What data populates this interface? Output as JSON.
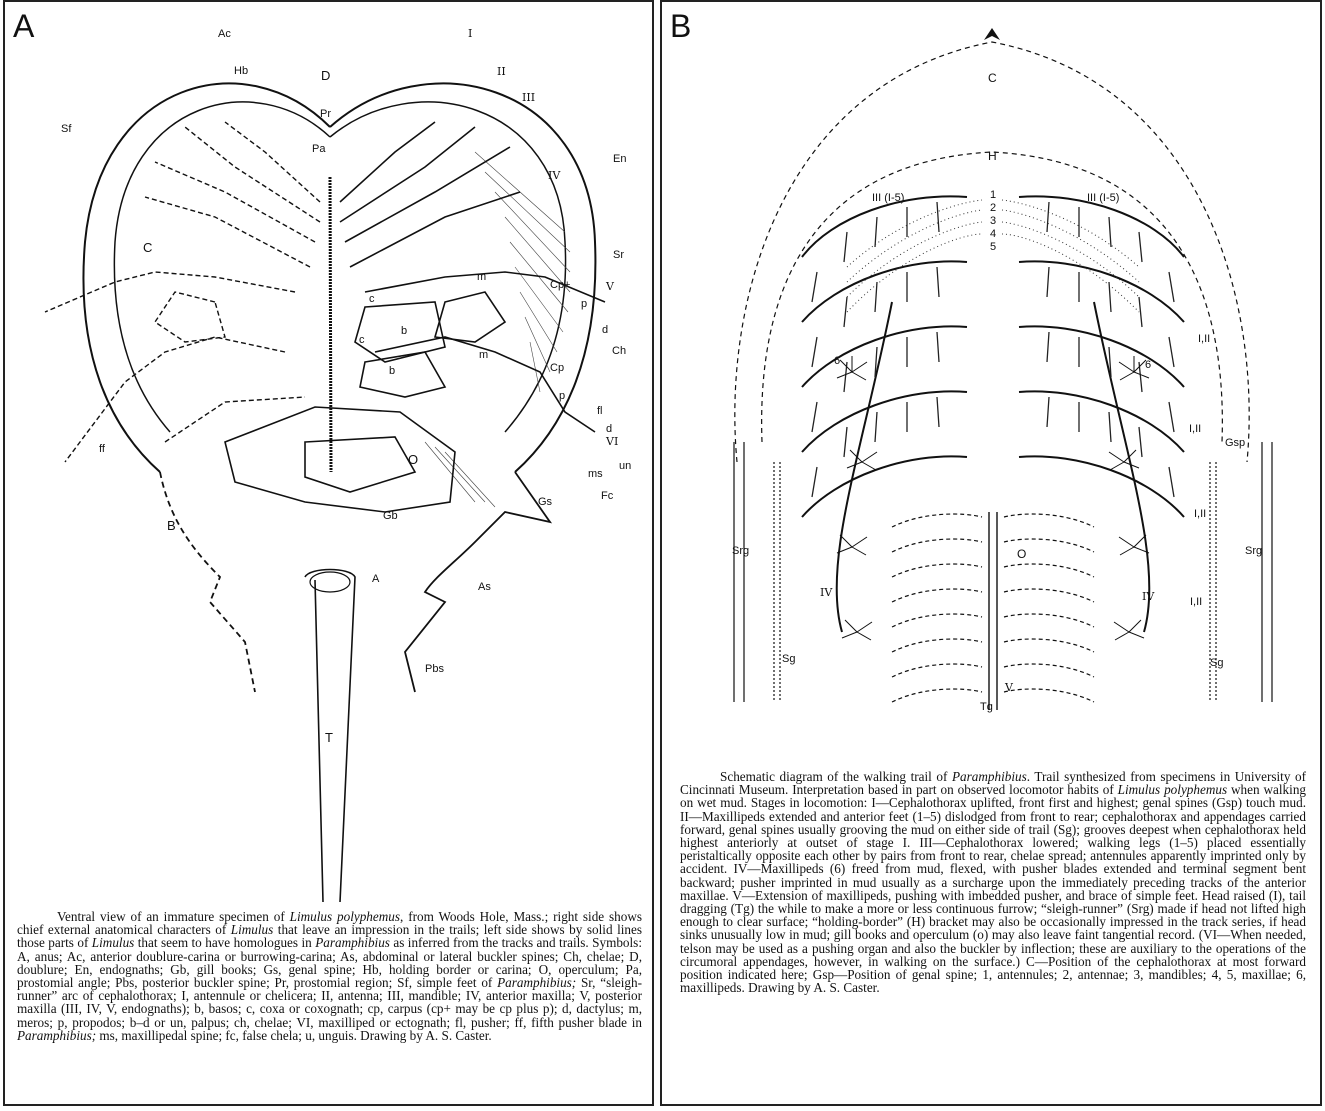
{
  "panel_a": {
    "letter": "A",
    "labels": {
      "Ac": "Ac",
      "Hb": "Hb",
      "D": "D",
      "Pr": "Pr",
      "Pa": "Pa",
      "Sf": "Sf",
      "C": "C",
      "I": "I",
      "II": "II",
      "III": "III",
      "IV": "IV",
      "V": "V",
      "VI": "VI",
      "En": "En",
      "Sr": "Sr",
      "Ch": "Ch",
      "Cpplus": "Cp+",
      "Cp": "Cp",
      "p1": "p",
      "p2": "p",
      "d1": "d",
      "d2": "d",
      "m1": "m",
      "m2": "m",
      "b1": "b",
      "b2": "b",
      "c1": "c",
      "c2": "c",
      "fl": "fl",
      "un": "un",
      "ms": "ms",
      "Fc": "Fc",
      "ff": "ff",
      "O": "O",
      "Gb": "Gb",
      "Gs": "Gs",
      "B": "B",
      "A": "A",
      "As": "As",
      "Pbs": "Pbs",
      "T": "T"
    },
    "caption": [
      {
        "t": "Ventral view of an immature specimen of "
      },
      {
        "t": "Limulus polyphemus",
        "i": true
      },
      {
        "t": ", from Woods Hole, Mass.; right side shows chief external anatomical characters of "
      },
      {
        "t": "Limulus",
        "i": true
      },
      {
        "t": " that leave an impression in the trails; left side shows by solid lines those parts of "
      },
      {
        "t": "Limulus",
        "i": true
      },
      {
        "t": " that seem to have homologues in "
      },
      {
        "t": "Paramphibius",
        "i": true
      },
      {
        "t": " as inferred from the tracks and trails. Symbols: A, anus; Ac, anterior doublure-carina or burrowing-carina; As, abdominal or lateral buckler spines; Ch, chelae; D, doublure; En, endognaths; Gb, gill books; Gs, genal spine; Hb, holding border or carina; O, operculum; Pa, prostomial angle; Pbs, posterior buckler spine; Pr, prostomial region; Sf, simple feet of "
      },
      {
        "t": "Paramphibius;",
        "i": true
      },
      {
        "t": " Sr, “sleigh-runner” arc of cephalothorax; I, antennule or chelicera; II, antenna; III, mandible; IV, anterior maxilla; V, posterior maxilla (III, IV, V, endognaths); b, basos; c, coxa or coxognath; cp, carpus (cp+ may be cp plus p); d, dactylus; m, meros; p, propodos; b–d or un, palpus; ch, chelae; VI, maxilliped or ectognath; fl, pusher; ff, fifth pusher blade in "
      },
      {
        "t": "Paramphibius;",
        "i": true
      },
      {
        "t": " ms, maxillipedal spine; fc, false chela; u, unguis. Drawing by A. S. Caster."
      }
    ]
  },
  "panel_b": {
    "letter": "B",
    "labels": {
      "C": "C",
      "H": "H",
      "n1": "1",
      "n2": "2",
      "n3": "3",
      "n4": "4",
      "n5": "5",
      "III_left": "III (I-5)",
      "III_right": "III (I-5)",
      "six_left": "6",
      "six_right": "6",
      "I_II_1": "I,II",
      "I_II_2": "I,II",
      "I_II_3": "I,II",
      "I_II_4": "I,II",
      "Gsp": "Gsp",
      "Srg_left": "Srg",
      "Srg_right": "Srg",
      "Sg_left": "Sg",
      "Sg_right": "Sg",
      "IV_left": "IV",
      "IV_right": "IV",
      "O": "O",
      "V": "V",
      "Tg": "Tg"
    },
    "caption": [
      {
        "t": "Schematic diagram of the walking trail of "
      },
      {
        "t": "Paramphibius",
        "i": true
      },
      {
        "t": ". Trail synthesized from specimens in University of Cincinnati Museum. Interpretation based in part on observed locomotor habits of "
      },
      {
        "t": "Limulus polyphemus",
        "i": true
      },
      {
        "t": " when walking on wet mud. Stages in locomotion: I—Cephalothorax uplifted, front first and highest; genal spines (Gsp) touch mud. II—Maxillipeds extended and anterior feet (1–5) dislodged from front to rear; cephalothorax and appendages carried forward, genal spines usually grooving the mud on either side of trail (Sg); grooves deepest when cephalothorax held highest anteriorly at outset of stage I. III—Cephalothorax lowered; walking legs (1–5) placed essentially peristaltically opposite each other by pairs from front to rear, chelae spread; antennules apparently imprinted only by accident. IV—Maxillipeds (6) freed from mud, flexed, with pusher blades extended and terminal segment bent backward; pusher imprinted in mud usually as a surcharge upon the immediately preceding tracks of the anterior maxillae. V—Extension of maxillipeds, pushing with imbedded pusher, and brace of simple feet. Head raised (I), tail dragging (Tg) the while to make a more or less continuous furrow; “sleigh-runner” (Srg) made if head not lifted high enough to clear surface; “holding-border” (H) bracket may also be occasionally impressed in the track series, if head sinks unusually low in mud; gill books and operculum (o) may also leave faint tangential record. (VI—When needed, telson may be used as a pushing organ and also the buckler by inflection; these are auxiliary to the operations of the circumoral appendages, however, in walking on the surface.) C—Position of the cephalothorax at most forward position indicated here; Gsp—Position of genal spine; 1, antennules; 2, antennae; 3, mandibles; 4, 5, maxillae; 6, maxillipeds. Drawing by A. S. Caster."
      }
    ]
  }
}
